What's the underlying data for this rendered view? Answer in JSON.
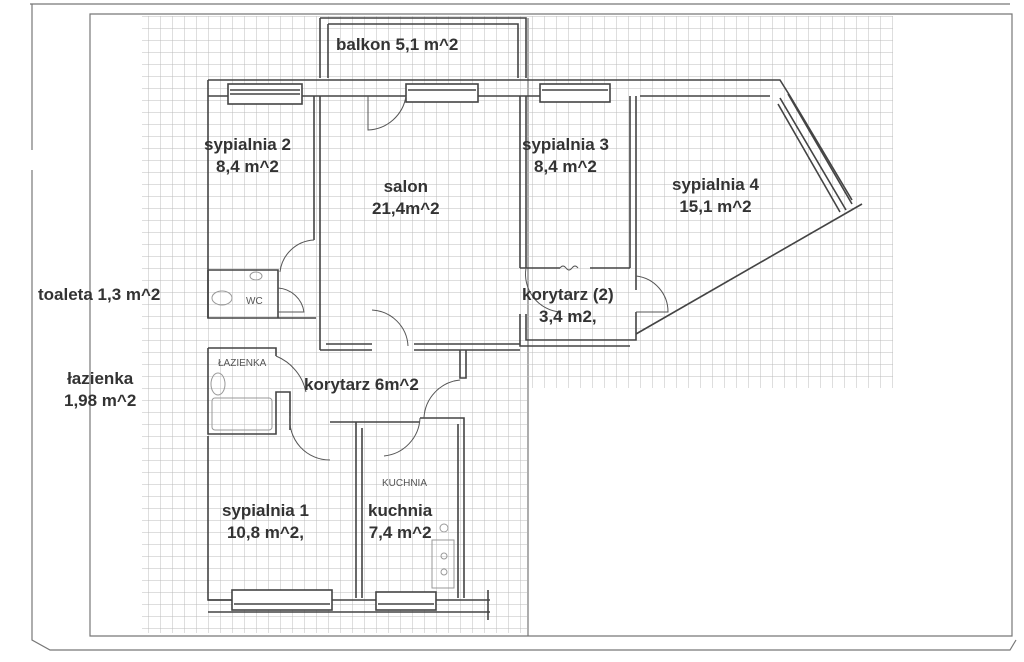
{
  "document": {
    "type": "floor plan scan",
    "grid_color": "#b8b8b8",
    "wall_color": "#444444"
  },
  "rooms": {
    "balkon": {
      "name": "balkon",
      "area": "5,1 m^2"
    },
    "sypialnia_2": {
      "name": "sypialnia 2",
      "area": "8,4 m^2"
    },
    "salon": {
      "name": "salon",
      "area": "21,4m^2"
    },
    "sypialnia_3": {
      "name": "sypialnia 3",
      "area": "8,4 m^2"
    },
    "sypialnia_4": {
      "name": "sypialnia 4",
      "area": "15,1 m^2"
    },
    "toaleta": {
      "name": "toaleta",
      "area": "1,3 m^2",
      "label": "toaleta 1,3 m^2"
    },
    "korytarz_2": {
      "name": "korytarz (2)",
      "area": "3,4 m2,"
    },
    "lazienka": {
      "name": "łazienka",
      "area": "1,98 m^2"
    },
    "korytarz": {
      "name": "korytarz",
      "area": "6m^2",
      "label": "korytarz 6m^2"
    },
    "sypialnia_1": {
      "name": "sypialnia 1",
      "area": "10,8 m^2,"
    },
    "kuchnia": {
      "name": "kuchnia",
      "area": "7,4 m^2"
    }
  },
  "plan_labels": {
    "wc": "WC",
    "lazienka_caps": "ŁAZIENKA",
    "kuchnia_caps": "KUCHNIA"
  }
}
